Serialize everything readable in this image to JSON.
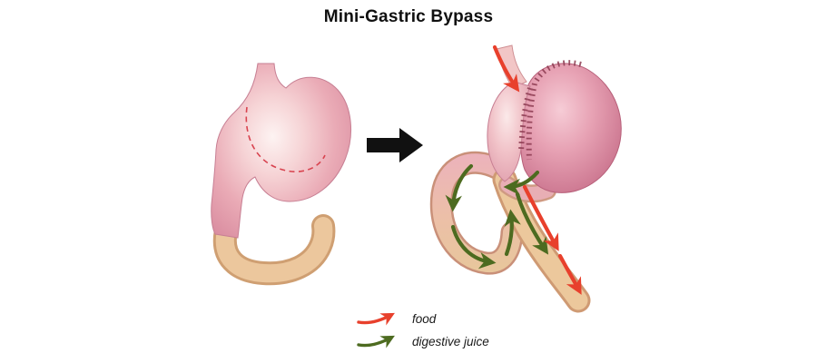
{
  "title": "Mini-Gastric Bypass",
  "legend": {
    "items": [
      {
        "label": "food",
        "color": "#e8402c"
      },
      {
        "label": "digestive juice",
        "color": "#4d6b20"
      }
    ]
  },
  "colors": {
    "stomach_pink": "#e8a8b3",
    "bypassed_stomach_pink": "#d98ba0",
    "intestine_tan": "#ecc79d",
    "incision_dashed_line": "#d8434f",
    "staple_line": "#8c3a50",
    "transition_arrow": "#111111"
  }
}
